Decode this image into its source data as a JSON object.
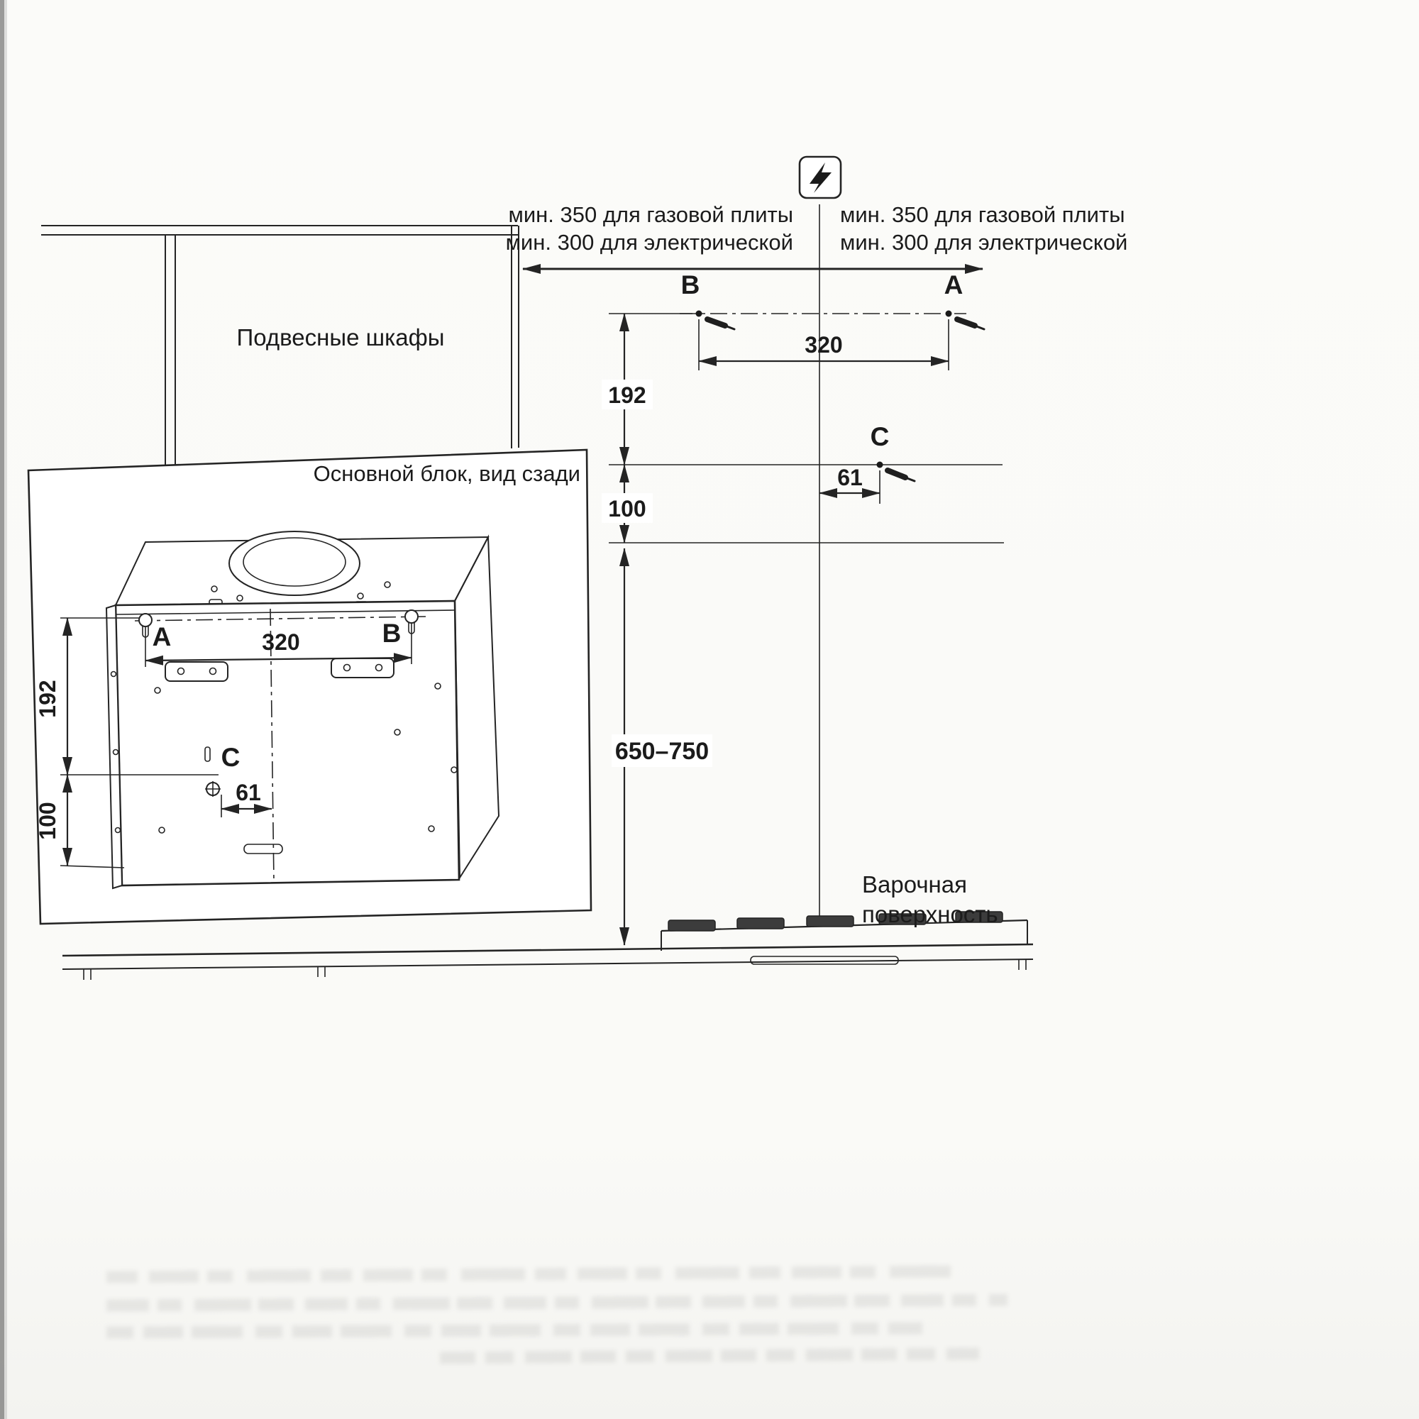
{
  "colors": {
    "line": "#242424",
    "background": "#fafaf8"
  },
  "icons": {
    "power": "lightning"
  },
  "clearance_left": {
    "line1": "мин. 350 для газовой плиты",
    "line2": "мин. 300 для электрической"
  },
  "clearance_right": {
    "line1": "мин. 350 для газовой плиты",
    "line2": "мин. 300 для электрической"
  },
  "cabinets": {
    "label": "Подвесные шкафы"
  },
  "main_unit": {
    "label": "Основной блок, вид сзади"
  },
  "wall_marks": {
    "a": "A",
    "b": "B",
    "c": "C"
  },
  "wall_dims": {
    "hole_spacing": "320",
    "top_to_c": "192",
    "c_to_bottom": "100",
    "c_offset": "61",
    "hood_to_hob": "650–750"
  },
  "unit_marks": {
    "a": "A",
    "b": "B",
    "c": "C"
  },
  "unit_dims": {
    "hole_spacing": "320",
    "top_to_c": "192",
    "c_to_bottom": "100",
    "c_offset": "61"
  },
  "hob": {
    "label_line1": "Варочная",
    "label_line2": "поверхность"
  }
}
